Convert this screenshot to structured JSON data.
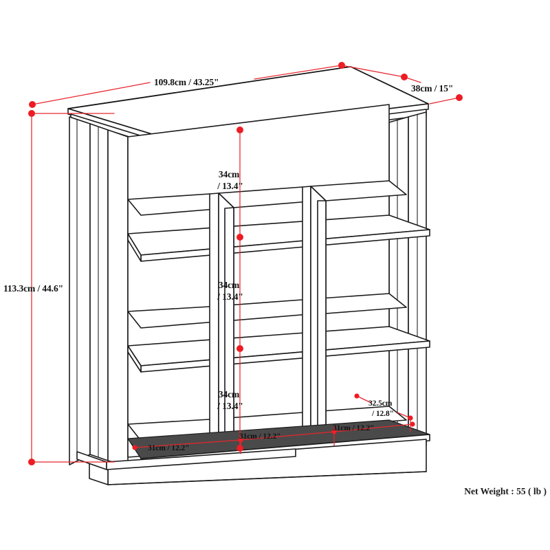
{
  "diagram": {
    "type": "product-dimension-drawing",
    "subject": "9-cube storage bookcase",
    "projection": "isometric",
    "background_color": "#ffffff",
    "line_color": "#1a1a1a",
    "dimension_color": "#ed1c24"
  },
  "dimensions": {
    "overall_width": {
      "label": "109.8cm / 43.25\"",
      "cm": 109.8,
      "inch": 43.25,
      "axis": "width"
    },
    "overall_depth": {
      "label": "38cm / 15\"",
      "cm": 38,
      "inch": 15,
      "axis": "depth"
    },
    "overall_height": {
      "label": "113.3cm / 44.6\"",
      "cm": 113.3,
      "inch": 44.6,
      "axis": "height"
    },
    "cube_height_top": {
      "label_line1": "34cm",
      "label_line2": "/ 13.4\"",
      "cm": 34,
      "inch": 13.4
    },
    "cube_height_middle": {
      "label_line1": "34cm",
      "label_line2": "/ 13.4\"",
      "cm": 34,
      "inch": 13.4
    },
    "cube_height_bottom": {
      "label_line1": "34cm",
      "label_line2": "/ 13.4\"",
      "cm": 34,
      "inch": 13.4
    },
    "cube_width_left": {
      "label": "31cm / 12.2\"",
      "cm": 31,
      "inch": 12.2
    },
    "cube_width_center": {
      "label": "31cm / 12.2\"",
      "cm": 31,
      "inch": 12.2
    },
    "cube_width_right": {
      "label": "31cm / 12.2\"",
      "cm": 31,
      "inch": 12.2
    },
    "cube_depth": {
      "label_line1": "32.5cm",
      "label_line2": "/ 12.8\"",
      "cm": 32.5,
      "inch": 12.8
    }
  },
  "footer": {
    "net_weight": "Net Weight : 55 ( lb )",
    "weight_value": 55,
    "weight_unit": "lb"
  }
}
